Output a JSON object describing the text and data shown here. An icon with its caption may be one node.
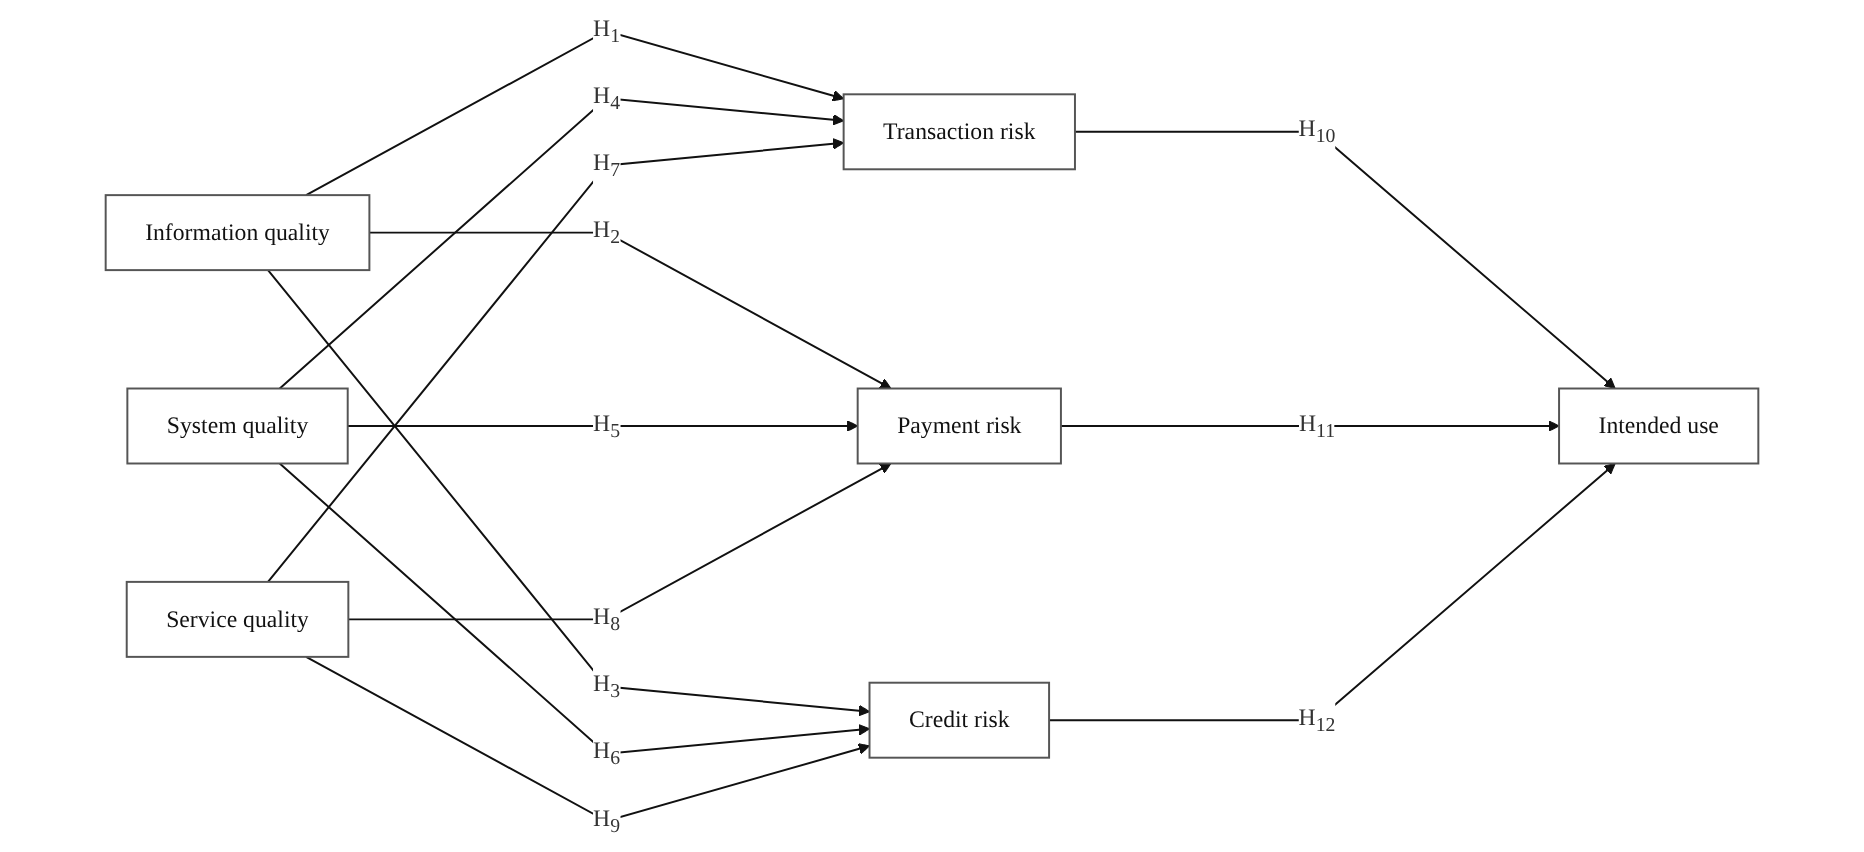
{
  "diagram": {
    "nodes": [
      {
        "text": [
          "Information quality"
        ]
      },
      {
        "text": [
          "System quality"
        ]
      },
      {
        "text": [
          "Service quality"
        ]
      },
      {
        "text": [
          "Transaction risk"
        ]
      },
      {
        "text": [
          "Payment risk"
        ]
      },
      {
        "text": [
          "Credit risk"
        ]
      },
      {
        "text": [
          "Intended use"
        ]
      }
    ],
    "edges": [
      {
        "from": 0,
        "to": 3,
        "arrow": "to",
        "label": "H$_{1}$"
      },
      {
        "from": 0,
        "to": 4,
        "arrow": "to",
        "label": "H$_{2}$"
      },
      {
        "from": 0,
        "to": 5,
        "arrow": "to",
        "label": "H$_{3}$"
      },
      {
        "from": 1,
        "to": 3,
        "arrow": "to",
        "label": "H$_{4}$"
      },
      {
        "from": 1,
        "to": 4,
        "arrow": "to",
        "label": "H$_{5}$"
      },
      {
        "from": 1,
        "to": 5,
        "arrow": "to",
        "label": "H$_{6}$"
      },
      {
        "from": 2,
        "to": 3,
        "arrow": "to",
        "label": "H$_{7}$"
      },
      {
        "from": 2,
        "to": 4,
        "arrow": "to",
        "label": "H$_{8}$"
      },
      {
        "from": 2,
        "to": 5,
        "arrow": "to",
        "label": "H$_{9}$"
      },
      {
        "from": 3,
        "to": 6,
        "arrow": "to",
        "label": "H$_{10}$"
      },
      {
        "from": 4,
        "to": 6,
        "arrow": "to",
        "label": "H$_{11}$"
      },
      {
        "from": 5,
        "to": 6,
        "arrow": "to",
        "label": "H$_{12}$"
      }
    ]
  }
}
